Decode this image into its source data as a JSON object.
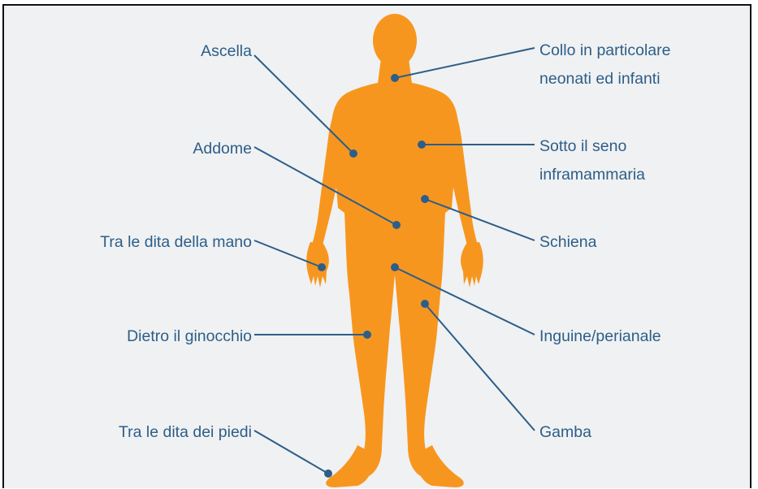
{
  "colors": {
    "body": "#f7961f",
    "line": "#2c5e89",
    "label": "#2c5e89",
    "background": "#f0f1f2",
    "border": "#111111"
  },
  "labels": {
    "ascella": "Ascella",
    "addome": "Addome",
    "dita_mano": "Tra le dita della mano",
    "ginocchio": "Dietro il ginocchio",
    "dita_piedi": "Tra le dita dei piedi",
    "collo_1": "Collo in particolare",
    "collo_2": "neonati ed infanti",
    "seno_1": "Sotto il seno",
    "seno_2": "inframammaria",
    "schiena": "Schiena",
    "inguine": "Inguine/perianale",
    "gamba": "Gamba"
  }
}
